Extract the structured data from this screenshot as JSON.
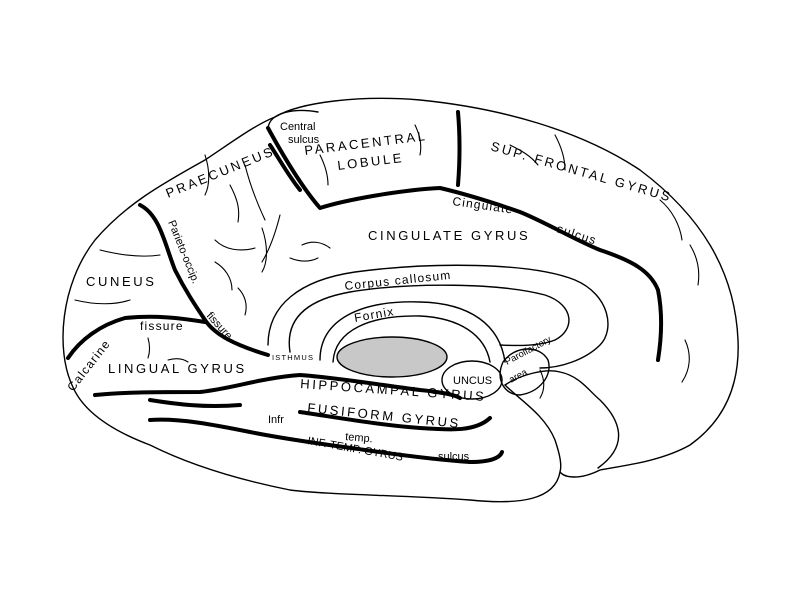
{
  "labels": {
    "central_sulcus_1": "Central",
    "central_sulcus_2": "sulcus",
    "paracentral_1": "PARACENTRAL",
    "paracentral_2": "LOBULE",
    "sup_frontal": "SUP. FRONTAL GYRUS",
    "praecuneus": "PRAECUNEUS",
    "cingulate_sulcus_1": "Cingulate",
    "cingulate_sulcus_2": "sulcus",
    "cingulate_gyrus": "CINGULATE GYRUS",
    "parieto_occip": "Parieto-occip.",
    "fissure_1": "fissure",
    "cuneus": "CUNEUS",
    "corpus_callosum": "Corpus callosum",
    "fornix": "Fornix",
    "calcarine": "Calcarine",
    "fissure_2": "fissure",
    "isthmus": "ISTHMUS",
    "lingual_gyrus": "LINGUAL GYRUS",
    "uncus": "UNCUS",
    "parolfactory_1": "Parolfactory",
    "parolfactory_2": "area",
    "hippocampal_gyrus": "HIPPOCAMPAL GYRUS",
    "fusiform_gyrus": "FUSIFORM GYRUS",
    "infr": "Infr",
    "temp": "temp.",
    "inf_temp_gyrus": "INF. TEMP. GYRUS",
    "sulcus_3": "sulcus"
  },
  "colors": {
    "line": "#000000",
    "thalamus_fill": "#c8c8c8",
    "background": "#ffffff"
  }
}
